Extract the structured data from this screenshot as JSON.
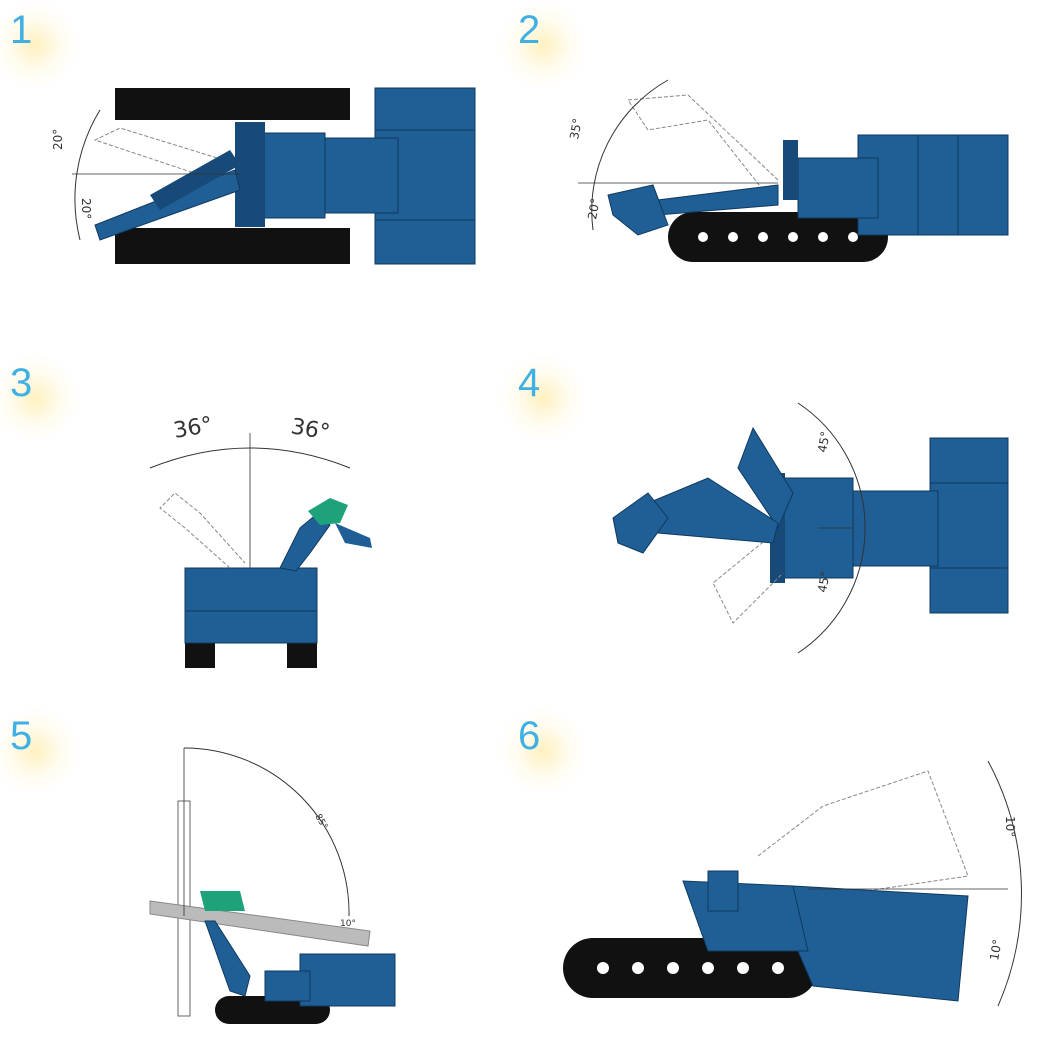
{
  "colors": {
    "machine": "#1f5f95",
    "machine_dark": "#174a78",
    "track": "#111111",
    "accent_green": "#1ea27a",
    "number": "#3fb0e4",
    "ghost": "#888888"
  },
  "panels": [
    {
      "number": "1",
      "angles": [
        "20°",
        "20°"
      ]
    },
    {
      "number": "2",
      "angles": [
        "35°",
        "20°"
      ]
    },
    {
      "number": "3",
      "angles": [
        "36°",
        "36°"
      ]
    },
    {
      "number": "4",
      "angles": [
        "45°",
        "45°"
      ]
    },
    {
      "number": "5",
      "angles": [
        "85°",
        "10°"
      ]
    },
    {
      "number": "6",
      "angles": [
        "10°",
        "10°"
      ]
    }
  ]
}
